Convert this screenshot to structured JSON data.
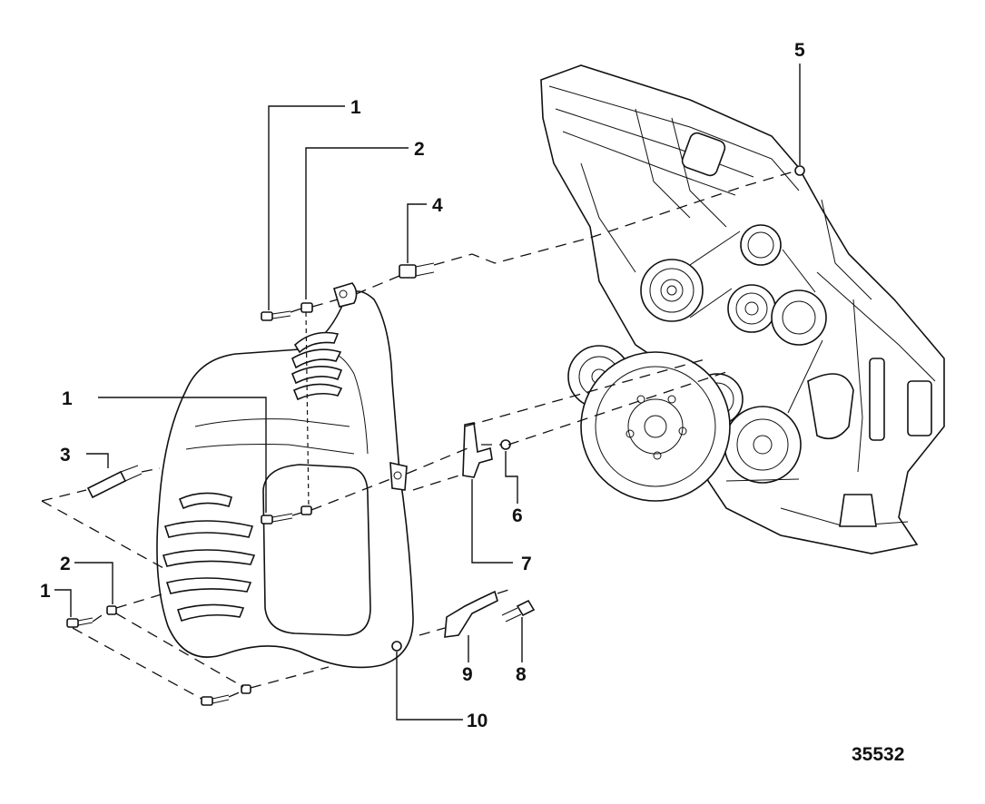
{
  "callouts": {
    "c1_top": "1",
    "c2_top": "2",
    "c4": "4",
    "c5": "5",
    "c1_mid": "1",
    "c3": "3",
    "c6": "6",
    "c7": "7",
    "c2_low": "2",
    "c1_low": "1",
    "c9": "9",
    "c8": "8",
    "c10": "10"
  },
  "figure_number": "35532"
}
